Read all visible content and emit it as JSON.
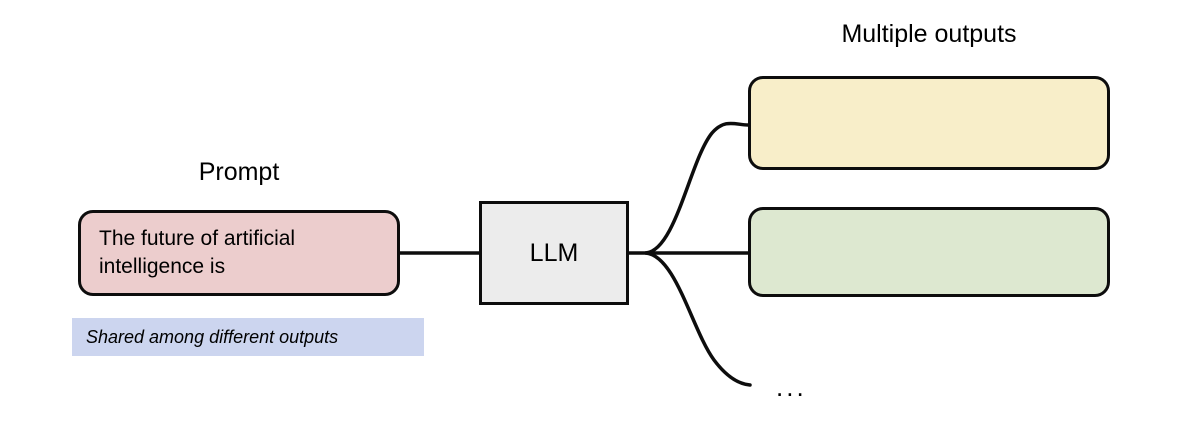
{
  "diagram": {
    "title_prompt": "Prompt",
    "title_outputs": "Multiple outputs",
    "prompt_text": "The future of artificial intelligence is",
    "prompt_text_line1": "The future of artificial",
    "prompt_text_line2": "intelligence is",
    "shared_note": "Shared among different outputs",
    "model_label": "LLM",
    "continuation": "...",
    "outputs": [
      {
        "id": "output-1",
        "text": "",
        "color": "#f8eec9"
      },
      {
        "id": "output-2",
        "text": "",
        "color": "#dde8d0"
      }
    ],
    "colors": {
      "prompt_fill": "#eccdcd",
      "shared_note_fill": "#ccd5ef",
      "model_fill": "#ececec",
      "output_1_fill": "#f8eec9",
      "output_2_fill": "#dde8d0",
      "stroke": "#0d0d0d",
      "background": "#ffffff"
    }
  }
}
